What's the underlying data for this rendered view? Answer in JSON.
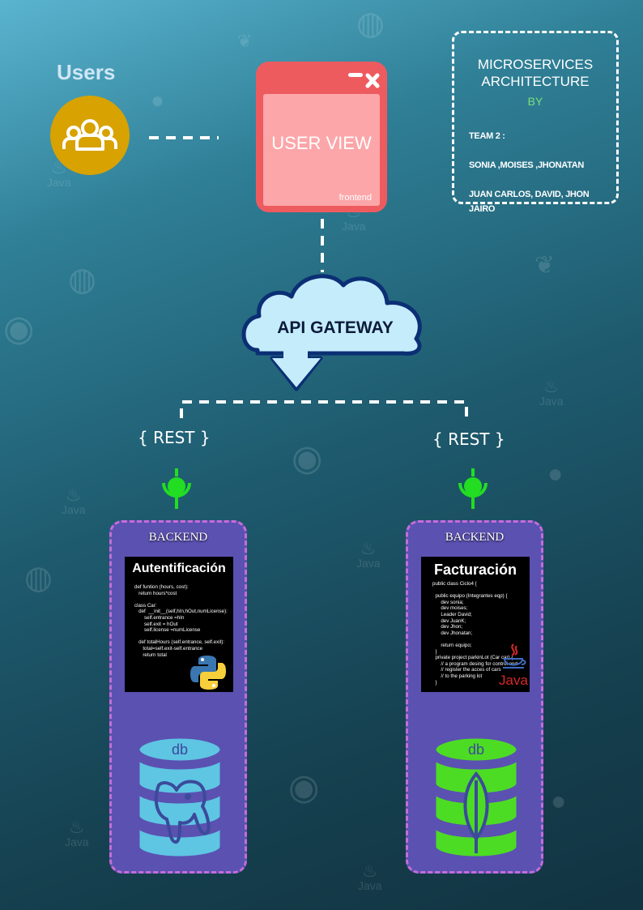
{
  "users": {
    "title": "Users",
    "icon": "users-group-icon"
  },
  "frontend": {
    "title": "USER VIEW",
    "subtitle": "frontend",
    "icons": [
      "minimize-icon",
      "close-icon"
    ]
  },
  "credits": {
    "title_line1": "MICROSERVICES",
    "title_line2": "ARCHITECTURE",
    "by": "BY",
    "team_label": "TEAM 2 :",
    "members_line1": "SONIA ,MOISES ,JHONATAN",
    "members_line2": "JUAN CARLOS, DAVID, JHON JAIRO"
  },
  "gateway": {
    "label": "API GATEWAY"
  },
  "rest": {
    "left_label": "{ REST }",
    "right_label": "{ REST }"
  },
  "services": [
    {
      "backend_label": "BACKEND",
      "title": "Autentificación",
      "code": "def funtion (hours, cost):\n   return hours*cost\n\nclass Car:\n   def  __init__(self,hIn,hOut,numLicense):\n       self.entrance =hIn\n       self.exit = hOut\n       self.license =numLicense\n\n   def totalHours (self.entrance, self.exit):\n      total=self.exit-self.entrance\n      return total",
      "language_icon": "python-icon",
      "db_label": "db",
      "db_icon": "postgresql-elephant-icon",
      "db_color": "#5ec5e3"
    },
    {
      "backend_label": "BACKEND",
      "title": "Facturación",
      "code": "public class Ciclo4 {\n\n  public equipo (Integrantes eqp) {\n      dev sonia;\n      dev moises;\n      Leader David;\n      dev JuanK;\n      dev Jhon;\n      dev Jhonatan;\n\n      return equipo;\n  }\n  private project parkinLot (Car car) {\n      // a program desing for control and\n      // register the acces of cars\n      // to the parking lot\n  }",
      "language_icon": "java-icon",
      "language_text": "Java",
      "db_label": "db",
      "db_icon": "mongodb-leaf-icon",
      "db_color": "#4ddc24"
    }
  ],
  "watermarks": {
    "java_text": "Java"
  },
  "colors": {
    "users_circle": "#d8a200",
    "window_frame": "#ee5b5f",
    "window_body": "#fca6a9",
    "cloud_fill": "#c5ecfb",
    "cloud_outline": "#0b2f74",
    "backend_fill": "#5b51b1",
    "connector_green": "#22dd22",
    "java_red": "#d62828",
    "postgres_blue": "#5ec5e3",
    "mongo_green": "#4ddc24"
  }
}
